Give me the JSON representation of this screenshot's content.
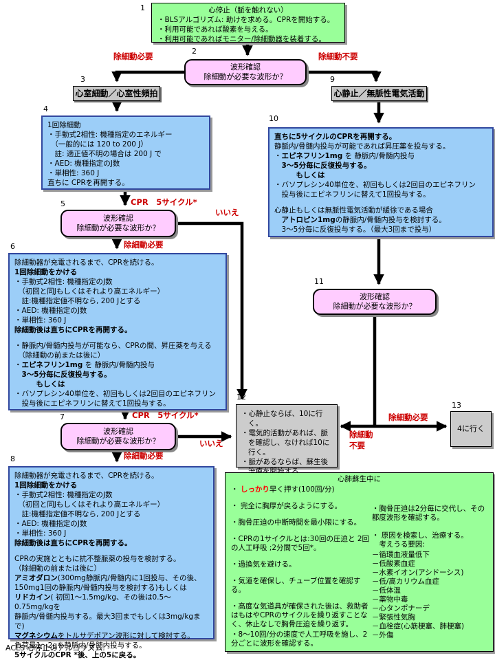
{
  "colors": {
    "green": "#99FF99",
    "blue": "#9CCEF8",
    "blue_border": "#31479E",
    "pink": "#FFCCFF",
    "gray": "#C8C8C8",
    "red_label": "#CC0000",
    "arrow": "#000000"
  },
  "nums": {
    "n1": "1",
    "n2": "2",
    "n3": "3",
    "n4": "4",
    "n5": "5",
    "n6": "6",
    "n7": "7",
    "n8": "8",
    "n9": "9",
    "n10": "10",
    "n11": "11",
    "n12": "12",
    "n13": "13"
  },
  "edge_labels": {
    "defib_needed": "除細動必要",
    "defib_not_needed": "除細動不要",
    "defib_not_needed_l1": "除細動",
    "defib_not_needed_l2": "不要",
    "cpr5": "CPR　5サイクル*",
    "no": "いいえ"
  },
  "boxes": {
    "b1": {
      "title": "心停止（脈を触れない）",
      "lines": [
        "・BLSアルゴリズム: 助けを求める。CPRを開始する。",
        "・利用可能であれば酸素を与える。",
        "・利用可能であればモニター/除細動器を装着する。"
      ]
    },
    "rhythm_check": {
      "l1": "波形確認",
      "l2": "除細動が必要な波形か？"
    },
    "b3": {
      "label": "心室細動／心室性頻拍"
    },
    "b9": {
      "label": "心静止／無脈性電気活動"
    },
    "b4": {
      "lines": [
        "1回除細動",
        "・手動式2相性:  機種指定のエネルギー",
        "　（一般的には 120 to 200 J）",
        "　註: 適正値不明の場合は  200 J  で",
        "・AED:  機種指定のJ数",
        "・単相性: 360 J",
        "直ちに CPRを再開する。"
      ]
    },
    "b6": {
      "l1": "除細動器が充電されるまで、CPRを続ける。",
      "l2": "1回除細動をかける",
      "l3": "・手動式2相性:  機種指定のJ数",
      "l4": "　（初回と同Jもしくはそれより高エネルギー）",
      "l5": "　註:機種指定値不明なら, 200 Jとする",
      "l6": "・AED:  機種指定のJ数",
      "l7": "・単相性:  360 J",
      "l8": "除細動後は直ちにCPRを再開する。",
      "l9": "・静脈内/骨髄内投与が可能なら、CPRの間、昇圧薬を与える",
      "l10": "　（除細動の前または後に）",
      "l11_pre": "・",
      "l11_b": "エピネフリン1mg",
      "l11_post": " を 静脈内/骨髄内投与",
      "l12": "　3～5分毎に反復投与する。",
      "l13": "　　　もしくは",
      "l14": "・バソプレシン40単位を、初回もしくは2回目のエピネフリン",
      "l15": "　投与後にエピネフリンに替えて1回投与する。"
    },
    "b8": {
      "l1": "除細動器が充電されるまで、CPRを続ける。",
      "l2": "1回除細動をかける",
      "l3": "・手動式2相性:  機種指定のJ数",
      "l4": "　（初回と同Jもしくはそれより高エネルギー）",
      "l5": "　註:機種指定値不明なら, 200 Jとする",
      "l6": "・AED:  機種指定のJ数",
      "l7": "・単相性:  360 J",
      "l8": "除細動後は直ちにCPRを再開する。",
      "l9": "CPRの実施とともに抗不整脈薬の投与を検討する。",
      "l10": "（除細動の前または後に）",
      "l11_b": "アミオダロン",
      "l11_post": "(300mg静脈内/骨髄内に1回投与、その後、",
      "l12": "150mg1回の静脈内/骨髄内投与を検討する)もしくは",
      "l13_b": "リドカイン",
      "l13_post": "( 初回1～1.5mg/kg、その後は0.5～0.75mg/kgを",
      "l14": "静脈内/骨髄内投与する。最大3回までもしくは3mg/kgまで)",
      "l15_b": "マグネシウム",
      "l15_post": "をトルサデポアン波形に対して検討する。",
      "l16": "負荷量1～2gを静脈内/骨髄内投与する。",
      "l17": "5サイクルのCPR *後、上の5に戻る。"
    },
    "b10": {
      "l1": "直ちに5サイクルのCPRを再開する。",
      "l2": "静脈内/骨髄内投与が可能であれば昇圧薬を投与する。",
      "l3_pre": "・",
      "l3_b": "エピネフリン1mg",
      "l3_post": " を 静脈内/骨髄内投与",
      "l4": "　3～5分毎に反復投与する。",
      "l5": "　　　もしくは",
      "l6": "・バソプレシン40単位を、初回もしくは2回目のエピネフリン",
      "l7": "　投与後にエピネフリンに替えて1回投与する。",
      "l8": "心静止もしくは無脈性電気活動が緩徐である場合",
      "l9_pre": "　",
      "l9_b": "アトロピン1mg",
      "l9_post": "の静脈内/骨髄内投与を検討する。",
      "l10": "　3～5分毎に反復投与する。（最大3回まで投与）"
    },
    "b12": {
      "lines": [
        "・心静止ならば、10に行く。",
        "・電気的活動があれば、脈を確認し、なければ10に行く。",
        "・脈があるならば、蘇生後治療を開始する。"
      ]
    },
    "b13": {
      "label": "4に行く"
    }
  },
  "cpr_notes": {
    "title": "心肺蘇生中に",
    "left": {
      "i0_pre": "・ ",
      "i0_em": "しっかり",
      "i0_rest": "早く押す(100回/分)",
      "items": [
        "・ 完全に胸厚が戻るようにする。",
        "・胸骨圧迫の中断時間を最小限にする。",
        "・CPRの1サイクルとは:30回の圧迫と 2回の人工呼吸 ;2分間で5回*。",
        "・過換気を避ける。",
        "・気道を確保し、チューブ位置を確認する。",
        "・高度な気道具が確保された後は、救助者はもはやCPRのサイクルを繰り返すことなく、休止なしで胸骨圧迫を繰り返す。",
        "・8～10回/分の速度で人工呼吸を施し、2分ごとに波形を確認する。"
      ]
    },
    "right": {
      "items": [
        "・胸骨圧迫は2分毎に交代し、その都度波形を確認する。",
        "・ 原因を検索し、治療する。",
        "　考えうる要因:",
        "－循環血液量低下",
        "－低酸素血症",
        "－水素イオン(アシドーシス)",
        "－低/高カリウム血症",
        "－低体温",
        "－薬物中毒",
        "－心タンポナーデ",
        "－緊張性気胸",
        "－血栓症(心筋梗塞、肺梗塞)",
        "－外傷"
      ]
    }
  },
  "footer": "ACLS 心停止のアルゴリズム."
}
